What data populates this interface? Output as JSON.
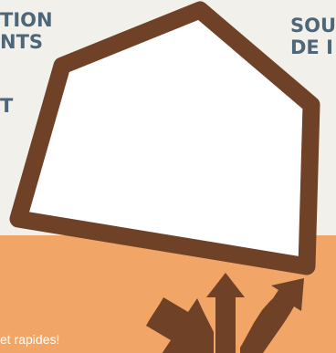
{
  "colors": {
    "background": "#f2f0ea",
    "ground": "#f1a566",
    "frame": "#6f4127",
    "house_fill": "#ffffff",
    "heading_text": "#4d6678",
    "caption_text": "#ffffff"
  },
  "labels": {
    "left_line1": "TION",
    "left_line2": "NTS",
    "left_line3": "T",
    "right_line1": "SOU",
    "right_line2": "DE I"
  },
  "caption": "et rapides!",
  "illustration": {
    "shape": "pentagon-house-outline",
    "arrows": [
      "arrow-up-left",
      "arrow-up",
      "arrow-up-right"
    ]
  }
}
